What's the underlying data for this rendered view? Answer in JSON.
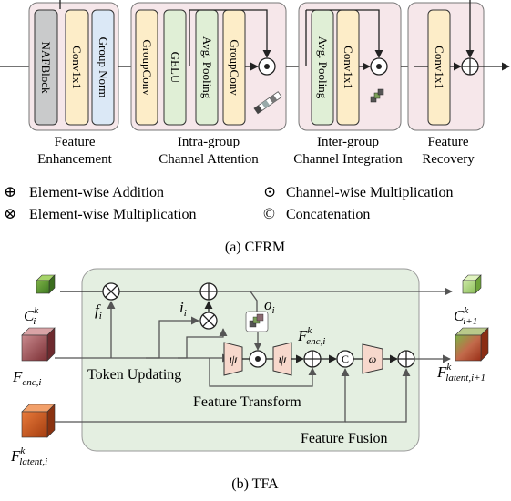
{
  "cfrm": {
    "blocks": {
      "nafblock": "NAFBlock",
      "conv1x1_a": "Conv1x1",
      "group_norm": "Group Norm",
      "groupconv_a": "GroupConv",
      "gelu": "GELU",
      "avg_pool_a": "Avg. Pooling",
      "groupconv_b": "GroupConv",
      "avg_pool_b": "Avg. Pooling",
      "conv1x1_b": "Conv1x1",
      "conv1x1_c": "Conv1x1"
    },
    "stage_labels": {
      "fe_1": "Feature",
      "fe_2": "Enhancement",
      "ica_1": "Intra-group",
      "ica_2": "Channel Attention",
      "ici_1": "Inter-group",
      "ici_2": "Channel Integration",
      "fr_1": "Feature",
      "fr_2": "Recovery"
    },
    "legend": {
      "add_symbol": "⊕",
      "add": "Element-wise Addition",
      "mul_symbol": "⊗",
      "mul": "Element-wise Multiplication",
      "cwm_symbol": "⊙",
      "cwm": "Channel-wise Multiplication",
      "cat_symbol": "©",
      "cat": "Concatenation"
    },
    "caption": "(a) CFRM"
  },
  "tfa": {
    "inputs": {
      "c_i": "C",
      "c_i_sup": "k",
      "c_i_sub": "i",
      "f_enc": "F",
      "f_enc_sub": "enc,i",
      "f_latent": "F",
      "f_latent_sup": "k",
      "f_latent_sub": "latent,i"
    },
    "outputs": {
      "c_next": "C",
      "c_next_sup": "k",
      "c_next_sub": "i+1",
      "f_latent_next": "F",
      "f_latent_next_sup": "k",
      "f_latent_next_sub": "latent,i+1"
    },
    "symbols": {
      "f": "f",
      "f_sub": "i",
      "i": "i",
      "i_sub": "i",
      "o": "o",
      "o_sub": "i",
      "f_enc_k": "F",
      "f_enc_k_sup": "k",
      "f_enc_k_sub": "enc,i",
      "psi_a": "ψ",
      "psi_b": "ψ",
      "omega": "ω"
    },
    "labels": {
      "token_updating": "Token Updating",
      "feature_transform": "Feature Transform",
      "feature_fusion": "Feature Fusion"
    },
    "caption": "(b) TFA"
  },
  "colors": {
    "pink_panel": "#f6e7ea",
    "gray_block": "#c9cacb",
    "yellow_block": "#fdedc8",
    "blue_block": "#dbe8f6",
    "green_block": "#e0efd6",
    "tfa_panel": "#e4efe1",
    "trapezoid": "#f7d8cc"
  }
}
